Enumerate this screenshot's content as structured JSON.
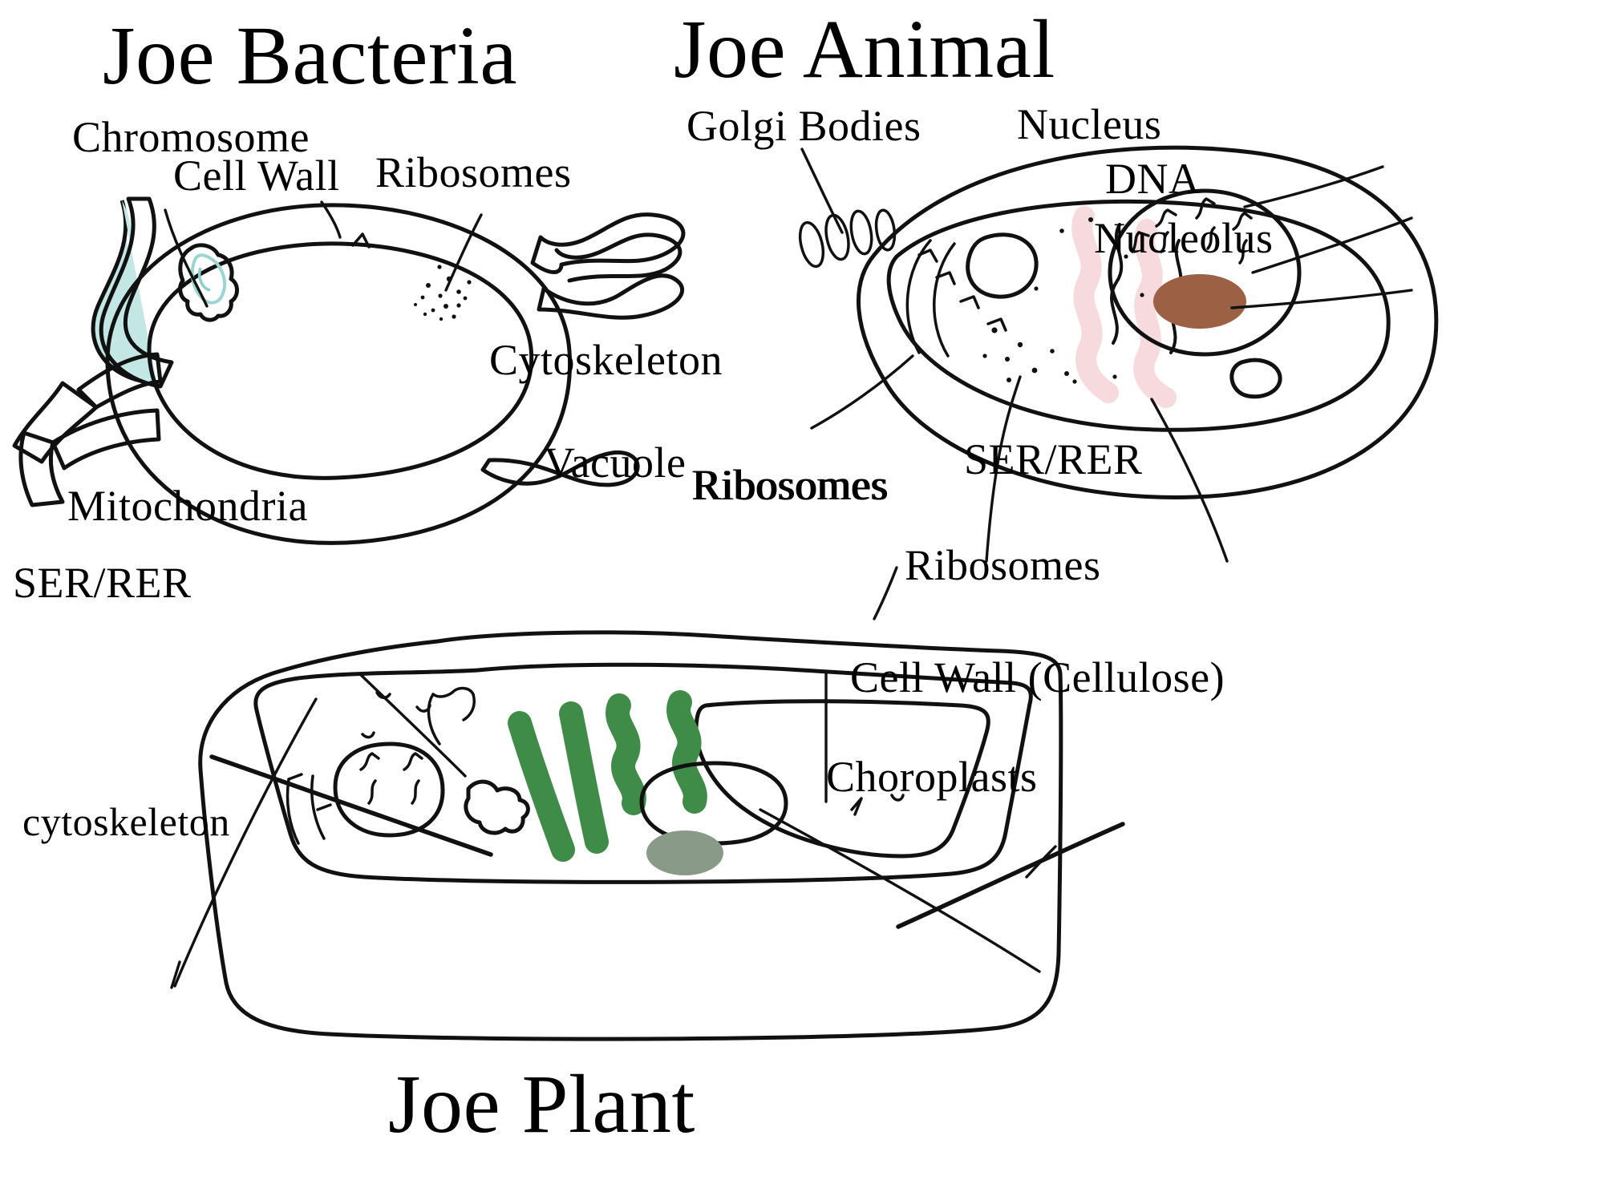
{
  "document": {
    "kind": "hand-drawn biology cell comparison diagram",
    "background_color": "#ffffff",
    "ink_color": "#111111"
  },
  "titles": {
    "bacteria": "Joe Bacteria",
    "animal": "Joe Animal",
    "plant": "Joe Plant"
  },
  "bacteria_cell": {
    "labels": {
      "chromosome": "Chromosome",
      "cell_wall": "Cell Wall",
      "ribosomes": "Ribosomes"
    },
    "colors": {
      "cell_wall_fill": "#bfe5e2",
      "cytoplasm_fill": "#2ec4c6",
      "flagella_fill": "#c3e7e4",
      "chromosome_fill": "#d3eceb",
      "outline": "#111111"
    }
  },
  "animal_cell": {
    "labels": {
      "golgi_bodies": "Golgi Bodies",
      "nucleus": "Nucleus",
      "dna": "DNA",
      "nucleolus": "Nucleolus",
      "cytoskeleton": "Cytoskeleton",
      "ribosomes": "Ribosomes",
      "ser_rer": "SER/RER"
    },
    "colors": {
      "membrane_fill": "#f3d3d8",
      "cytoplasm_fill": "#e06a80",
      "nucleus_fill": "#e9a2ad",
      "nucleolus_fill": "#9c6045",
      "er_fill": "#f6dadd",
      "vesicle_fill": "#efa9c0",
      "outline": "#111111"
    }
  },
  "plant_cell": {
    "labels": {
      "mitochondria": "Mitochondria",
      "ser_rer": "SER/RER",
      "vacuole": "Vacuole",
      "ribosomes_top": "Ribosomes",
      "ribosomes_right": "Ribosomes",
      "cell_wall": "Cell Wall (Cellulose)",
      "choroplasts": "Choroplasts",
      "cytoskeleton": "cytoskeleton"
    },
    "colors": {
      "cell_wall_fill": "#93b894",
      "cytoplasm_fill": "#c5f2d2",
      "vacuole_fill": "#e9eaaa",
      "chloroplast_fill": "#3f8c48",
      "nucleolus_fill": "#8a9a89",
      "outline": "#111111"
    }
  }
}
